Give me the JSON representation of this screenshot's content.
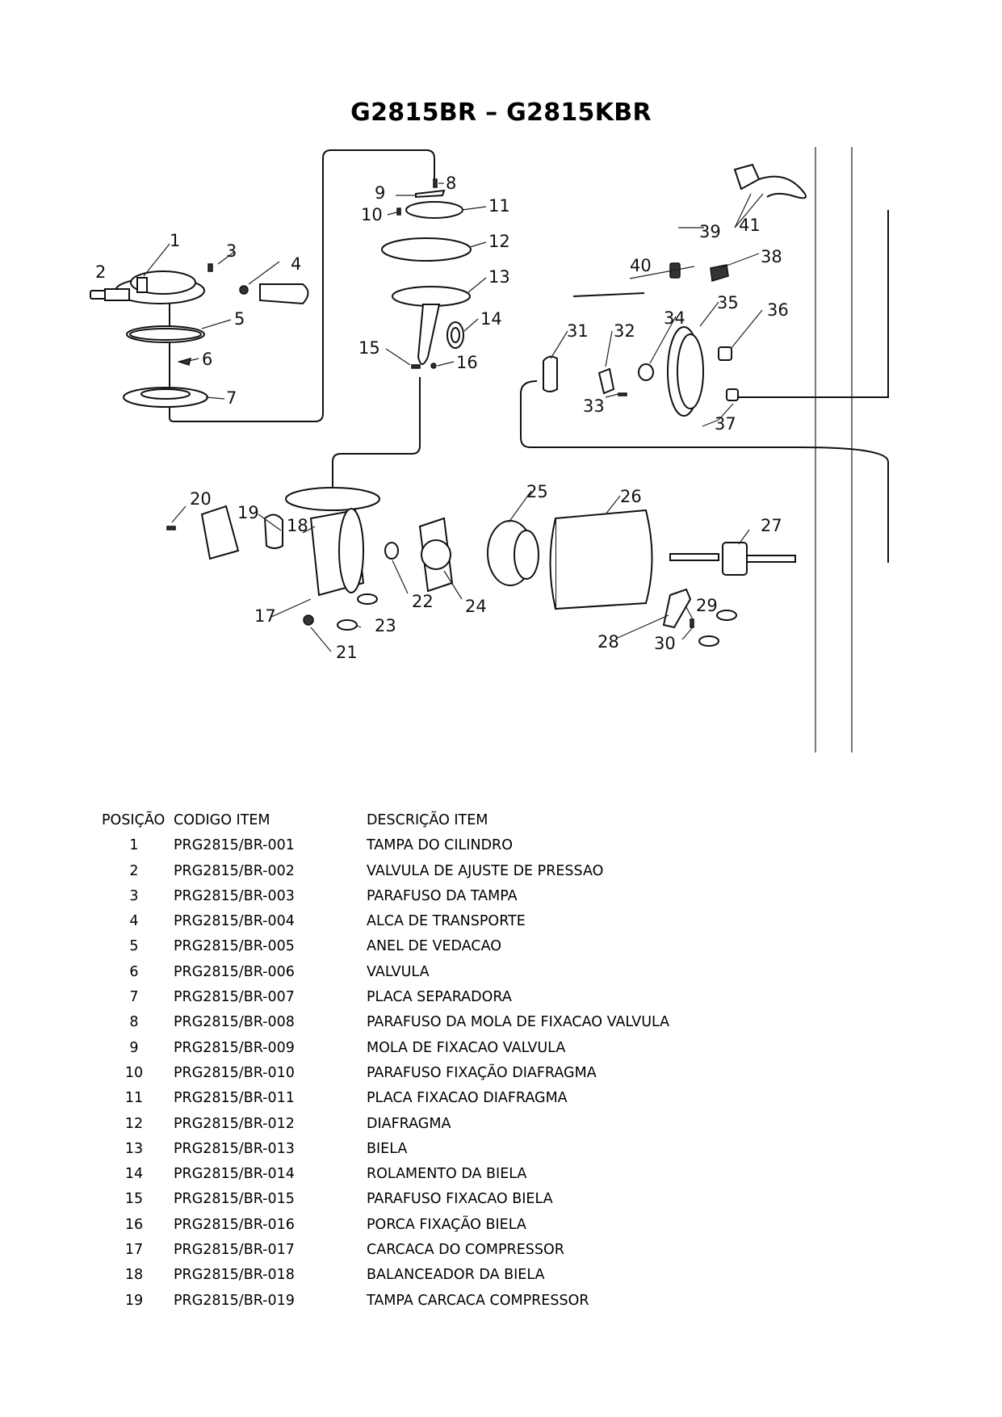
{
  "title": "G2815BR – G2815KBR",
  "diagram": {
    "callouts": [
      "1",
      "2",
      "3",
      "4",
      "5",
      "6",
      "7",
      "8",
      "9",
      "10",
      "11",
      "12",
      "13",
      "14",
      "15",
      "16",
      "17",
      "18",
      "19",
      "20",
      "21",
      "22",
      "23",
      "24",
      "25",
      "26",
      "27",
      "28",
      "29",
      "30",
      "31",
      "32",
      "33",
      "34",
      "35",
      "36",
      "37",
      "38",
      "39",
      "40",
      "41"
    ]
  },
  "table": {
    "headers": {
      "position": "POSIÇÃO",
      "code": "CODIGO ITEM",
      "description": "DESCRIÇÃO ITEM"
    },
    "rows": [
      {
        "pos": "1",
        "code": "PRG2815/BR-001",
        "desc": "TAMPA DO CILINDRO"
      },
      {
        "pos": "2",
        "code": "PRG2815/BR-002",
        "desc": "VALVULA DE AJUSTE DE PRESSAO"
      },
      {
        "pos": "3",
        "code": "PRG2815/BR-003",
        "desc": "PARAFUSO DA TAMPA"
      },
      {
        "pos": "4",
        "code": "PRG2815/BR-004",
        "desc": "ALCA DE TRANSPORTE"
      },
      {
        "pos": "5",
        "code": "PRG2815/BR-005",
        "desc": "ANEL DE VEDACAO"
      },
      {
        "pos": "6",
        "code": "PRG2815/BR-006",
        "desc": "VALVULA"
      },
      {
        "pos": "7",
        "code": "PRG2815/BR-007",
        "desc": "PLACA SEPARADORA"
      },
      {
        "pos": "8",
        "code": "PRG2815/BR-008",
        "desc": "PARAFUSO DA MOLA DE FIXACAO VALVULA"
      },
      {
        "pos": "9",
        "code": "PRG2815/BR-009",
        "desc": "MOLA DE FIXACAO VALVULA"
      },
      {
        "pos": "10",
        "code": "PRG2815/BR-010",
        "desc": "PARAFUSO FIXAÇÃO DIAFRAGMA"
      },
      {
        "pos": "11",
        "code": "PRG2815/BR-011",
        "desc": "PLACA FIXACAO DIAFRAGMA"
      },
      {
        "pos": "12",
        "code": "PRG2815/BR-012",
        "desc": "DIAFRAGMA"
      },
      {
        "pos": "13",
        "code": "PRG2815/BR-013",
        "desc": "BIELA"
      },
      {
        "pos": "14",
        "code": "PRG2815/BR-014",
        "desc": "ROLAMENTO DA BIELA"
      },
      {
        "pos": "15",
        "code": "PRG2815/BR-015",
        "desc": "PARAFUSO FIXACAO BIELA"
      },
      {
        "pos": "16",
        "code": "PRG2815/BR-016",
        "desc": "PORCA FIXAÇÃO BIELA"
      },
      {
        "pos": "17",
        "code": "PRG2815/BR-017",
        "desc": "CARCACA DO COMPRESSOR"
      },
      {
        "pos": "18",
        "code": "PRG2815/BR-018",
        "desc": "BALANCEADOR DA BIELA"
      },
      {
        "pos": "19",
        "code": "PRG2815/BR-019",
        "desc": "TAMPA CARCACA COMPRESSOR"
      }
    ]
  }
}
